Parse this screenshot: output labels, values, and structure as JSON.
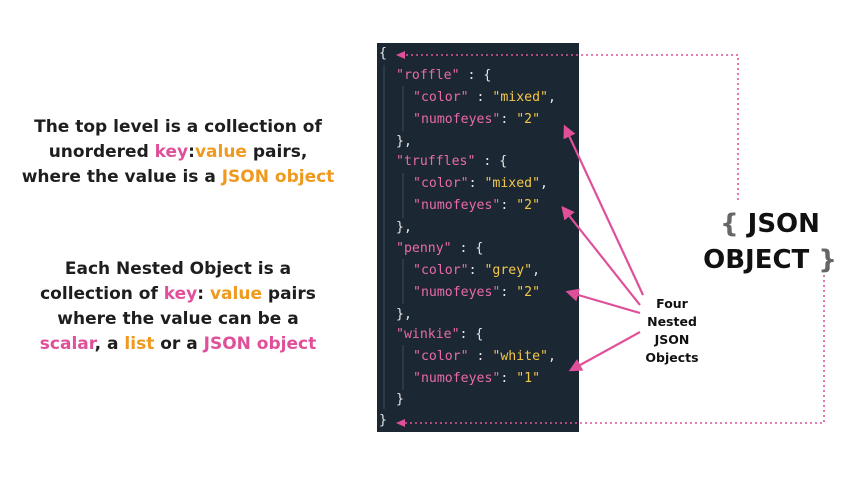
{
  "explanation_top": {
    "line1": "The top level is a collection of",
    "line2_a": "unordered ",
    "line2_key": "key",
    "line2_colon": ":",
    "line2_value": "value",
    "line2_b": " pairs,",
    "line3_a": "where the value is a ",
    "line3_json": "JSON object"
  },
  "explanation_nested": {
    "line1": "Each Nested Object is a",
    "line2_a": "collection of ",
    "line2_key": "key",
    "line2_colon": ": ",
    "line2_value": "value",
    "line2_b": " pairs",
    "line3": "where the value can be a",
    "line4_scalar": "scalar",
    "line4_a": ", a ",
    "line4_list": "list",
    "line4_b": " or a ",
    "line4_json": "JSON object"
  },
  "code": {
    "open_brace": "{",
    "close_brace": "}",
    "objects": [
      {
        "key": "\"roffle\"",
        "sep": " : {",
        "color_key": "\"color\"",
        "color_sep": " : ",
        "color_val": "\"mixed\"",
        "eyes_key": "\"numofeyes\"",
        "eyes_sep": ": ",
        "eyes_val": "\"2\"",
        "close": "},"
      },
      {
        "key": "\"truffles\"",
        "sep": " : {",
        "color_key": "\"color\"",
        "color_sep": ": ",
        "color_val": "\"mixed\"",
        "eyes_key": "\"numofeyes\"",
        "eyes_sep": ": ",
        "eyes_val": "\"2\"",
        "close": "},"
      },
      {
        "key": "\"penny\"",
        "sep": " : {",
        "color_key": "\"color\"",
        "color_sep": ": ",
        "color_val": "\"grey\"",
        "eyes_key": "\"numofeyes\"",
        "eyes_sep": ": ",
        "eyes_val": "\"2\"",
        "close": "},"
      },
      {
        "key": "\"winkie\"",
        "sep": ": {",
        "color_key": "\"color\"",
        "color_sep": " : ",
        "color_val": "\"white\"",
        "eyes_key": "\"numofeyes\"",
        "eyes_sep": ": ",
        "eyes_val": "\"1\"",
        "close": "}"
      }
    ]
  },
  "json_object_label": {
    "open": "{ ",
    "line1": "JSON",
    "line2": "OBJECT",
    "close": " }"
  },
  "four_nested_label": [
    "Four",
    "Nested",
    "JSON",
    "Objects"
  ],
  "colors": {
    "key": "#e0509a",
    "value": "#ef9a1e",
    "arrow": "#e0509a",
    "code_bg": "#1b2833",
    "code_string": "#f3c74a",
    "code_key": "#e96aa8"
  }
}
